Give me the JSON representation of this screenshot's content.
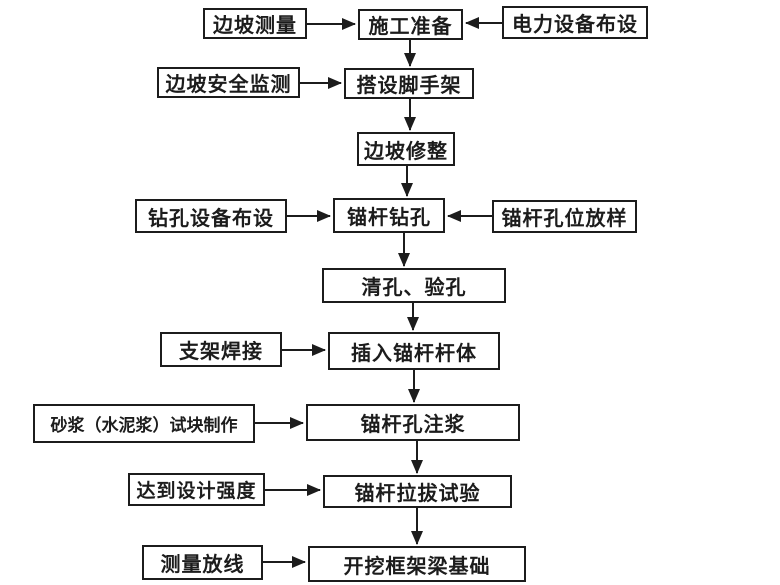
{
  "diagram": {
    "type": "flowchart",
    "background_color": "#ffffff",
    "line_color": "#1c1c1c",
    "nodes": {
      "slope_survey": {
        "label": "边坡测量"
      },
      "construction_prep": {
        "label": "施工准备"
      },
      "power_equipment": {
        "label": "电力设备布设"
      },
      "slope_monitoring": {
        "label": "边坡安全监测"
      },
      "scaffolding": {
        "label": "搭设脚手架"
      },
      "slope_trimming": {
        "label": "边坡修整"
      },
      "drilling_equipment": {
        "label": "钻孔设备布设"
      },
      "anchor_drilling": {
        "label": "锚杆钻孔"
      },
      "hole_layout": {
        "label": "锚杆孔位放样"
      },
      "hole_cleaning": {
        "label": "清孔、验孔"
      },
      "bracket_welding": {
        "label": "支架焊接"
      },
      "insert_anchor": {
        "label": "插入锚杆杆体"
      },
      "mortar_blocks": {
        "label": "砂浆（水泥浆）试块制作"
      },
      "grouting": {
        "label": "锚杆孔注浆"
      },
      "design_strength": {
        "label": "达到设计强度"
      },
      "pullout_test": {
        "label": "锚杆拉拔试验"
      },
      "survey_layout": {
        "label": "测量放线"
      },
      "excavation": {
        "label": "开挖框架梁基础"
      }
    },
    "edges": [
      {
        "from": "slope_survey",
        "to": "construction_prep"
      },
      {
        "from": "power_equipment",
        "to": "construction_prep"
      },
      {
        "from": "construction_prep",
        "to": "scaffolding"
      },
      {
        "from": "slope_monitoring",
        "to": "scaffolding"
      },
      {
        "from": "scaffolding",
        "to": "slope_trimming"
      },
      {
        "from": "slope_trimming",
        "to": "anchor_drilling"
      },
      {
        "from": "drilling_equipment",
        "to": "anchor_drilling"
      },
      {
        "from": "hole_layout",
        "to": "anchor_drilling"
      },
      {
        "from": "anchor_drilling",
        "to": "hole_cleaning"
      },
      {
        "from": "hole_cleaning",
        "to": "insert_anchor"
      },
      {
        "from": "bracket_welding",
        "to": "insert_anchor"
      },
      {
        "from": "insert_anchor",
        "to": "grouting"
      },
      {
        "from": "mortar_blocks",
        "to": "grouting"
      },
      {
        "from": "grouting",
        "to": "pullout_test"
      },
      {
        "from": "design_strength",
        "to": "pullout_test"
      },
      {
        "from": "pullout_test",
        "to": "excavation"
      },
      {
        "from": "survey_layout",
        "to": "excavation"
      }
    ]
  }
}
